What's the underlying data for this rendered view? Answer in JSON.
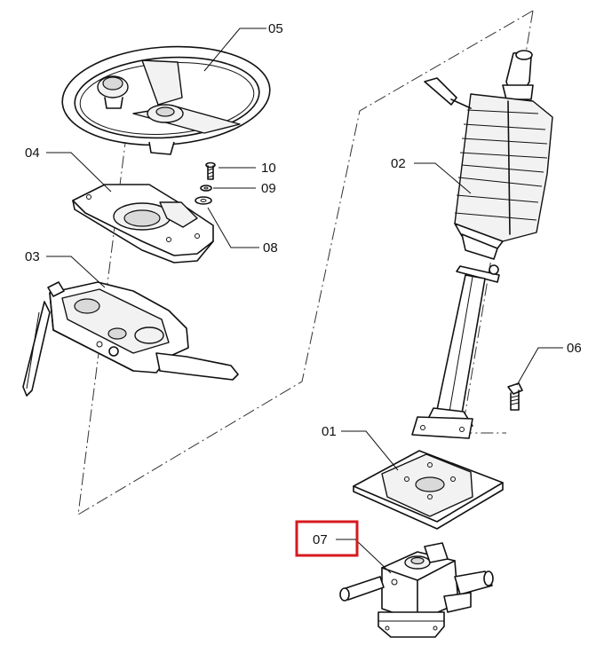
{
  "callouts": {
    "c01": "01",
    "c02": "02",
    "c03": "03",
    "c04": "04",
    "c05": "05",
    "c06": "06",
    "c07": "07",
    "c08": "08",
    "c09": "09",
    "c10": "10"
  },
  "highlight": {
    "target": "07",
    "color": "#d61a1f"
  }
}
